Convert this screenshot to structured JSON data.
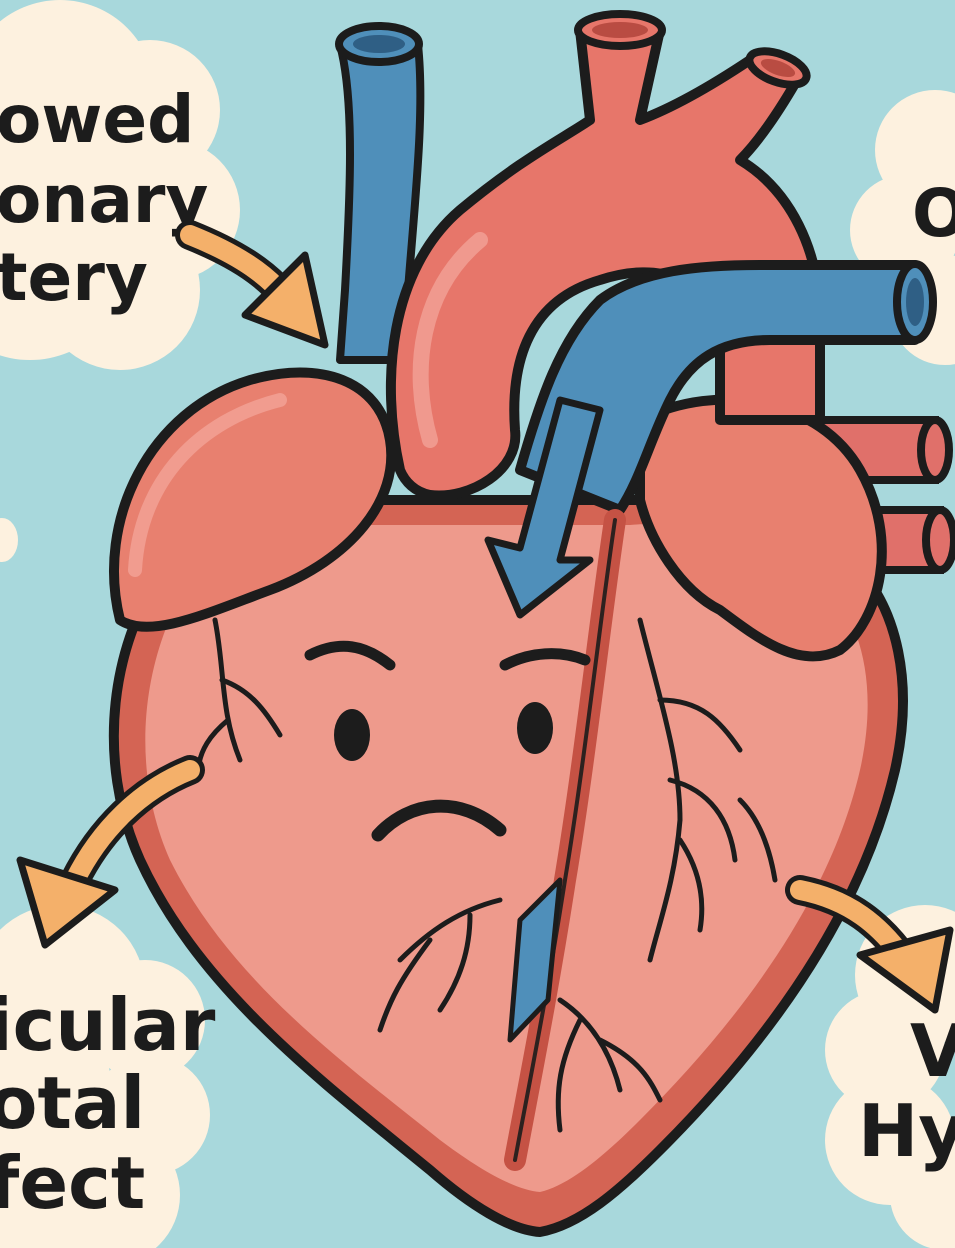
{
  "labels": {
    "top_left": [
      "owed",
      "onary",
      "tery"
    ],
    "top_right": [
      "O"
    ],
    "bottom_left": [
      "icular",
      "otal",
      "fect"
    ],
    "bottom_right": [
      "Ve",
      "Hyp"
    ]
  },
  "colors": {
    "background": "#a8d8dc",
    "cloud": "#fdf1df",
    "heart_outer": "#d46454",
    "heart_inner": "#ee9a8c",
    "atrium": "#e8806f",
    "aorta": "#e7766a",
    "vein_blue": "#4f8fba",
    "arrow_orange": "#f4b06a",
    "outline": "#1c1c1c"
  },
  "icons": {
    "face": "worried-face-icon",
    "arrows": "curved-arrow-icon"
  }
}
